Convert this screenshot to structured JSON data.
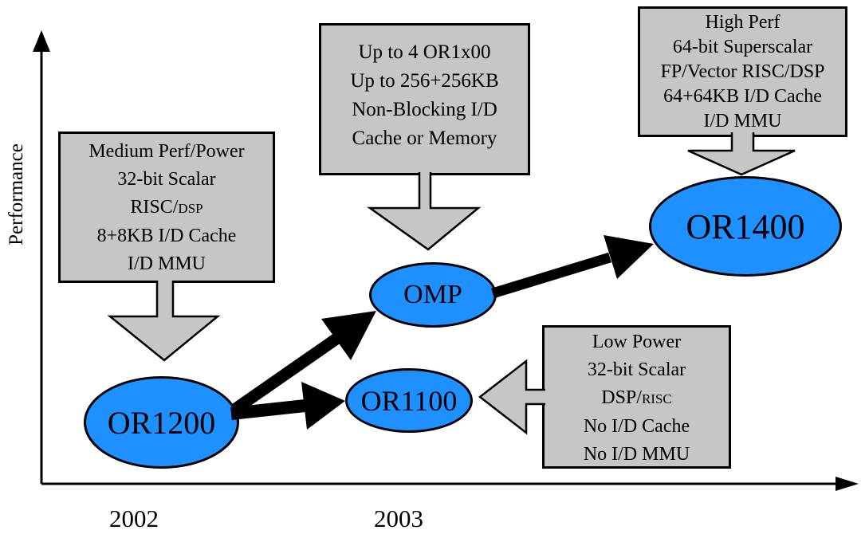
{
  "diagram": {
    "description": "Processor roadmap: performance vs year",
    "colors": {
      "node_fill": "#1e90ff",
      "callout_fill": "#c6c6c6",
      "ink": "#000000",
      "background": "#ffffff"
    }
  },
  "axes": {
    "y_label": "Performance",
    "x_ticks": {
      "t2002": "2002",
      "t2003": "2003"
    }
  },
  "nodes": {
    "or1200": "OR1200",
    "omp": "OMP",
    "or1100": "OR1100",
    "or1400": "OR1400"
  },
  "callouts": {
    "medium": {
      "l1": "Medium Perf/Power",
      "l2": "32-bit Scalar",
      "l3a": "RISC/",
      "l3b": "DSP",
      "l4": "8+8KB I/D Cache",
      "l5": "I/D MMU"
    },
    "multi": {
      "l1": "Up to 4 OR1x00",
      "l2": "Up to 256+256KB",
      "l3": "Non-Blocking I/D",
      "l4": "Cache or Memory"
    },
    "high": {
      "l1": "High Perf",
      "l2": "64-bit Superscalar",
      "l3": "FP/Vector RISC/DSP",
      "l4": "64+64KB I/D Cache",
      "l5": "I/D MMU"
    },
    "low": {
      "l1": "Low Power",
      "l2": "32-bit Scalar",
      "l3a": "DSP/",
      "l3b": "RISC",
      "l4": "No I/D Cache",
      "l5": "No I/D MMU"
    }
  }
}
